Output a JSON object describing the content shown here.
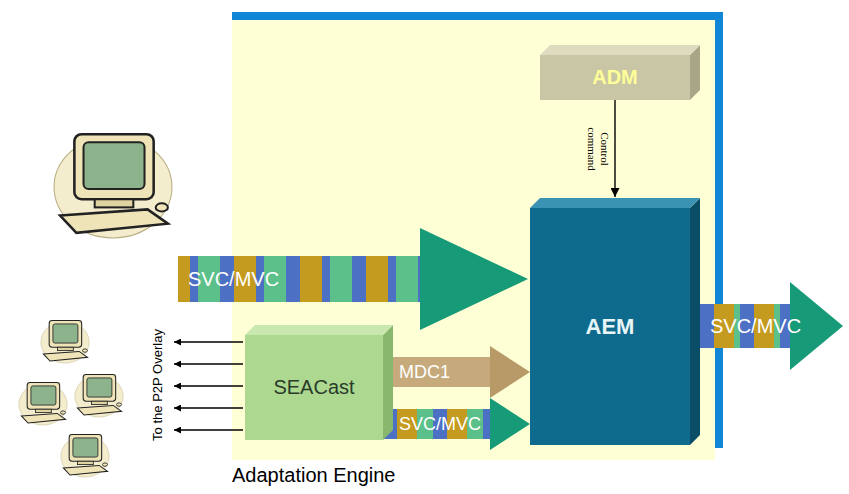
{
  "diagram": {
    "nodes": [
      {
        "text": [
          "Adaptation Engine"
        ]
      },
      {
        "text": [
          "ADM"
        ],
        "in": 0
      },
      {
        "text": [
          "AEM"
        ],
        "in": 0
      },
      {
        "text": [
          "SEACast"
        ],
        "in": 0
      }
    ],
    "edges": [
      {
        "from": 1,
        "to": 2,
        "arrow": "to",
        "label": "Control command"
      },
      {
        "from": 3,
        "to": 2,
        "arrow": "to",
        "label": "MDC1"
      },
      {
        "from": 3,
        "to": 2,
        "arrow": "to",
        "label": "SVC/MVC"
      }
    ],
    "labels": [
      "SVC/MVC",
      "SVC/MVC",
      "To the P2P Overlay"
    ]
  }
}
